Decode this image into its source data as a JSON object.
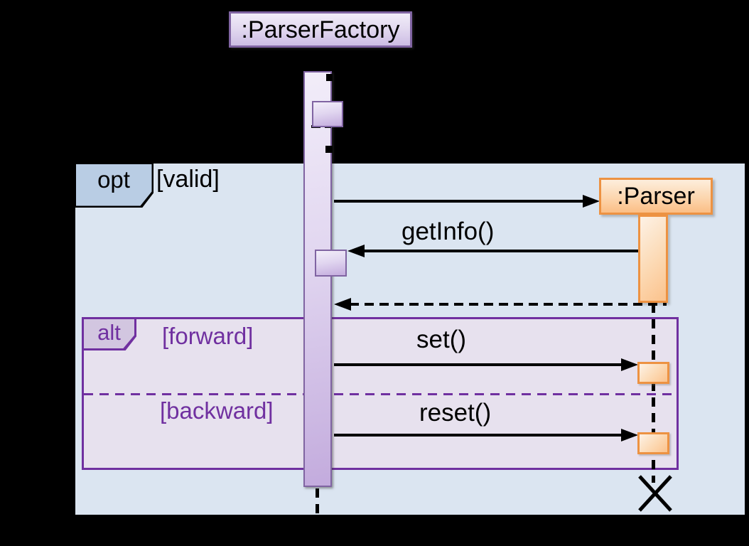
{
  "diagram_type": "uml-sequence-diagram",
  "lifelines": {
    "parser_factory": {
      "label": ":ParserFactory"
    },
    "parser": {
      "label": ":Parser"
    }
  },
  "fragments": {
    "opt": {
      "operator": "opt",
      "guard": "[valid]"
    },
    "alt": {
      "operator": "alt",
      "guard_forward": "[forward]",
      "guard_backward": "[backward]"
    }
  },
  "messages": {
    "create": {
      "label": "",
      "type": "sync-arrow"
    },
    "get_info": {
      "label": "getInfo()",
      "type": "sync-arrow"
    },
    "return_info": {
      "label": "",
      "type": "dashed-return-arrow"
    },
    "set": {
      "label": "set()",
      "type": "sync-arrow"
    },
    "reset": {
      "label": "reset()",
      "type": "sync-arrow"
    }
  },
  "markers": {
    "destroy": "X"
  },
  "colors": {
    "background": "#000000",
    "fragment_opt_fill": "#dbe5f1",
    "fragment_opt_tab_fill": "#b9cde4",
    "fragment_opt_border": "#000000",
    "fragment_alt_fill": "#e7e1ee",
    "fragment_alt_tab_fill": "#d2c6e0",
    "fragment_alt_border": "#7030a0",
    "lifeline_purple_border": "#8064a2",
    "activation_purple_fill": "#d9cbeb",
    "parser_orange_border": "#ed9242",
    "parser_orange_fill": "#fcd6ae",
    "message_color": "#000000"
  }
}
